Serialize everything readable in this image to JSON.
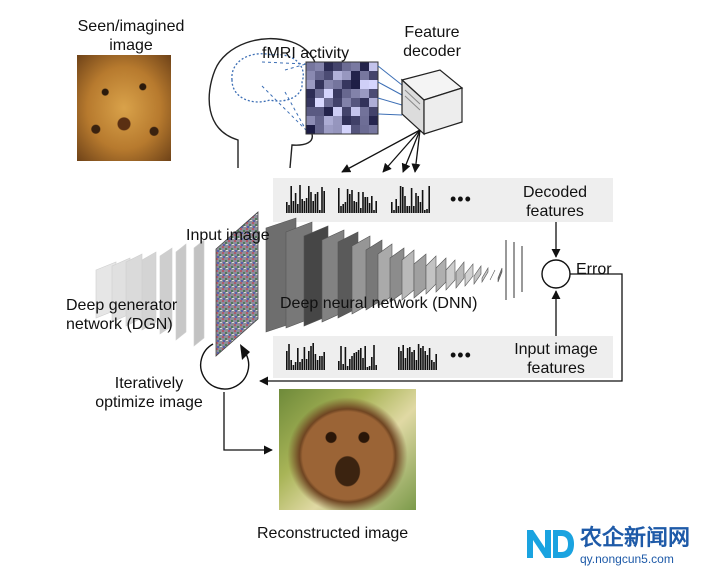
{
  "labels": {
    "seen_image": "Seen/imagined",
    "seen_image_2": "image",
    "fmri": "fMRI activity",
    "feature_decoder": "Feature",
    "feature_decoder_2": "decoder",
    "decoded_features": "Decoded",
    "decoded_features_2": "features",
    "error": "Error",
    "input_image": "Input image",
    "dgn": "Deep generator",
    "dgn_2": "network (DGN)",
    "dnn": "Deep neural network (DNN)",
    "input_image_features": "Input image",
    "input_image_features_2": "features",
    "iterative": "Iteratively",
    "iterative_2": "optimize image",
    "reconstructed": "Reconstructed image",
    "ellipsis_top": "•••",
    "ellipsis_bottom": "•••"
  },
  "watermark": {
    "site_name": "农企新闻网",
    "url": "qy.nongcun5.com"
  },
  "colors": {
    "line": "#111111",
    "panel": "#eeeeee",
    "watermark_blue": "#1e5aa8",
    "watermark_logo": "#1aa3e0"
  },
  "icons": [
    "head-icon",
    "brain-icon",
    "decoder-machine-icon",
    "leopard-image",
    "reconstructed-image"
  ]
}
